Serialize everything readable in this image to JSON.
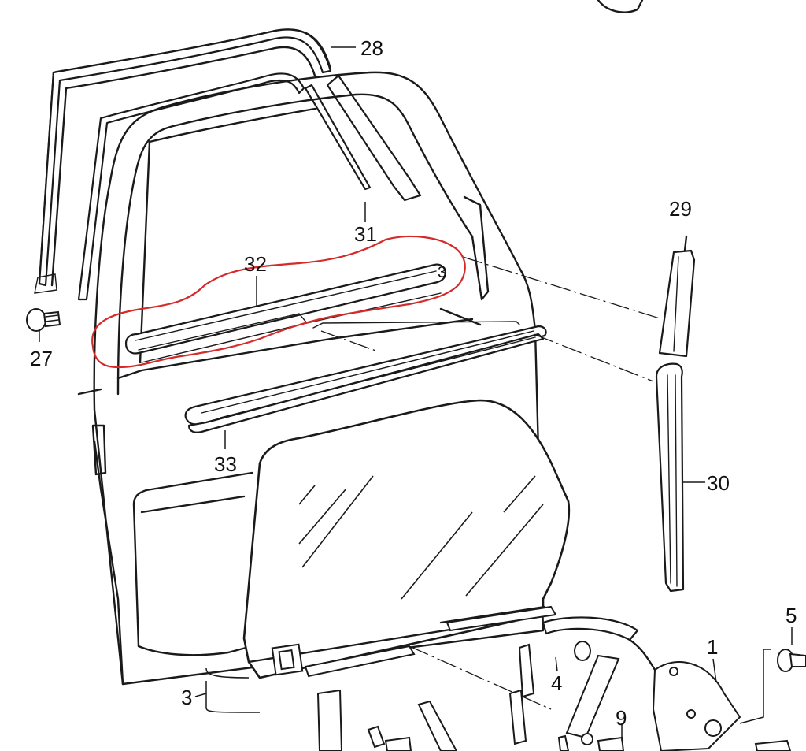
{
  "labels": {
    "p28": "28",
    "p31": "31",
    "p32": "32",
    "p29": "29",
    "p27": "27",
    "p33": "33",
    "p30": "30",
    "p3": "3",
    "p5": "5",
    "p1": "1",
    "p4": "4",
    "p9": "9",
    "p32_tag": "3"
  },
  "colors": {
    "ink": "#1a1a1a",
    "highlight": "#d42a2a",
    "paper": "#ffffff"
  }
}
